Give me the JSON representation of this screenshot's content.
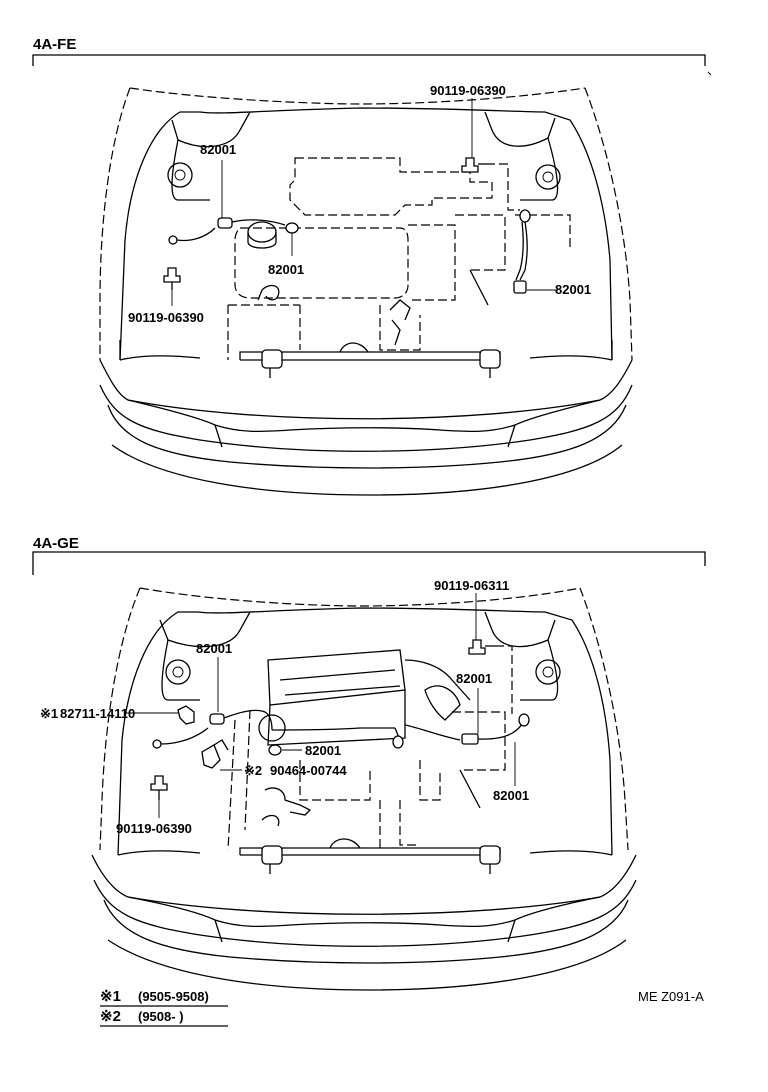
{
  "sections": [
    {
      "title": "4A-FE",
      "labels": [
        "90119-06390",
        "82001",
        "82001",
        "82001",
        "90119-06390"
      ]
    },
    {
      "title": "4A-GE",
      "labels": [
        "90119-06311",
        "82001",
        "82001",
        "82711-14110",
        "82001",
        "90464-00744",
        "82001",
        "90119-06390"
      ]
    }
  ],
  "markers": {
    "mark1": "※1",
    "mark2": "※2"
  },
  "legend": [
    {
      "mark": "※1",
      "range": "(9505-9508)"
    },
    {
      "mark": "※2",
      "range": "(9508-          )"
    }
  ],
  "figure_code": "ME Z091-A"
}
